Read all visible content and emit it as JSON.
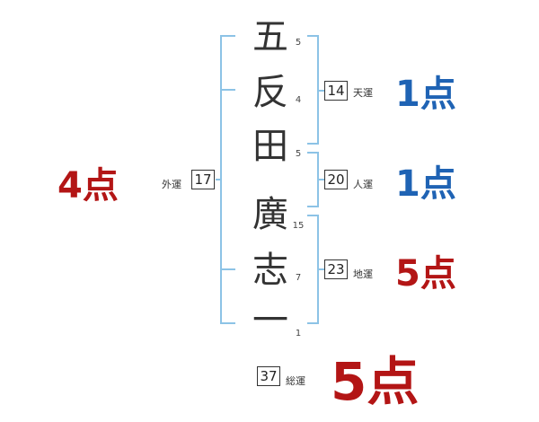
{
  "characters": [
    {
      "char": "五",
      "strokes": "5"
    },
    {
      "char": "反",
      "strokes": "4"
    },
    {
      "char": "田",
      "strokes": "5"
    },
    {
      "char": "廣",
      "strokes": "15"
    },
    {
      "char": "志",
      "strokes": "7"
    },
    {
      "char": "一",
      "strokes": "1"
    }
  ],
  "fortunes": {
    "tenkaku": {
      "label": "天運",
      "value": "14",
      "score": "1点"
    },
    "jinkaku": {
      "label": "人運",
      "value": "20",
      "score": "1点"
    },
    "chikaku": {
      "label": "地運",
      "value": "23",
      "score": "5点"
    },
    "gaikaku": {
      "label": "外運",
      "value": "17",
      "score": "4点"
    },
    "soukaku": {
      "label": "総運",
      "value": "37",
      "score": "5点"
    }
  },
  "colors": {
    "bracket": "#8cc3e6",
    "blue": "#1f63b4",
    "red": "#b31515"
  }
}
